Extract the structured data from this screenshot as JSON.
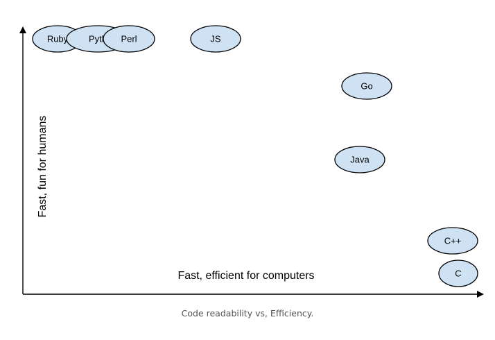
{
  "diagram": {
    "y_axis_label": "Fast, fun for humans",
    "x_axis_label": "Fast, efficient for computers",
    "nodes": [
      {
        "label": "Ruby"
      },
      {
        "label": "Pyth"
      },
      {
        "label": "Perl"
      },
      {
        "label": "JS"
      },
      {
        "label": "Go"
      },
      {
        "label": "Java"
      },
      {
        "label": "C++"
      },
      {
        "label": "C"
      }
    ],
    "colors": {
      "node_fill": "#cfe2f3",
      "node_stroke": "#000000",
      "axis": "#000000",
      "caption_text": "#555555"
    }
  },
  "caption": "Code readability vs, Efficiency."
}
